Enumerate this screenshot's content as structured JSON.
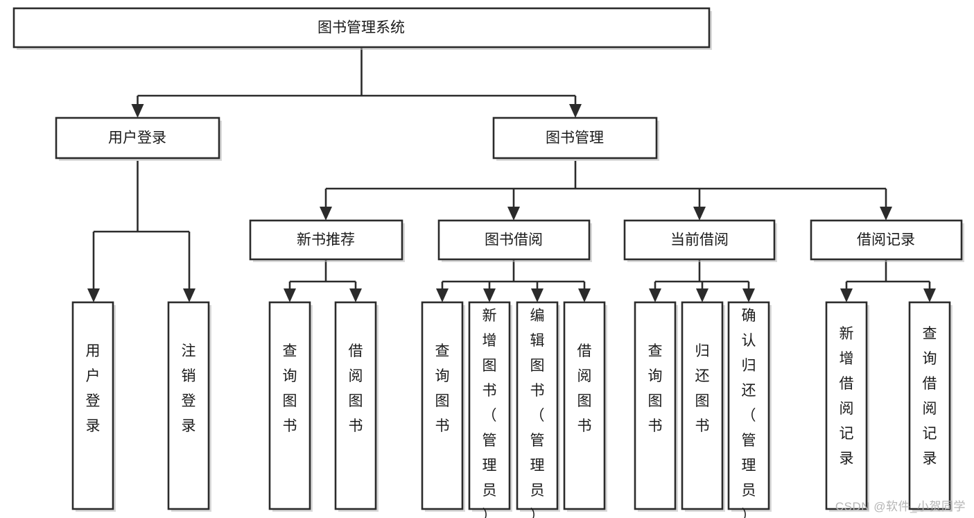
{
  "diagram": {
    "type": "tree",
    "title": "图书管理系统",
    "watermark": "CSDN @软件_小贺同学",
    "colors": {
      "box_stroke": "#2b2b2b",
      "box_fill": "#ffffff",
      "connector": "#2b2b2b",
      "text": "#1a1a1a",
      "watermark": "#b5b5b5",
      "background": "#ffffff"
    },
    "nodes": {
      "root": {
        "label": "图书管理系统"
      },
      "level2": [
        {
          "id": "user-login",
          "label": "用户登录"
        },
        {
          "id": "book-manage",
          "label": "图书管理"
        }
      ],
      "level3": [
        {
          "id": "new-book-recommend",
          "label": "新书推荐",
          "parent": "book-manage"
        },
        {
          "id": "book-borrow",
          "label": "图书借阅",
          "parent": "book-manage"
        },
        {
          "id": "current-borrow",
          "label": "当前借阅",
          "parent": "book-manage"
        },
        {
          "id": "borrow-record",
          "label": "借阅记录",
          "parent": "book-manage"
        }
      ],
      "leaves": [
        {
          "id": "leaf-user-login",
          "label": "用户登录",
          "parent": "user-login"
        },
        {
          "id": "leaf-logout-login",
          "label": "注销登录",
          "parent": "user-login"
        },
        {
          "id": "leaf-query-book-1",
          "label": "查询图书",
          "parent": "new-book-recommend"
        },
        {
          "id": "leaf-borrow-book-1",
          "label": "借阅图书",
          "parent": "new-book-recommend"
        },
        {
          "id": "leaf-query-book-2",
          "label": "查询图书",
          "parent": "book-borrow"
        },
        {
          "id": "leaf-add-book",
          "label": "新增图书（管理员）",
          "parent": "book-borrow"
        },
        {
          "id": "leaf-edit-book",
          "label": "编辑图书（管理员）",
          "parent": "book-borrow"
        },
        {
          "id": "leaf-borrow-book-2",
          "label": "借阅图书",
          "parent": "book-borrow"
        },
        {
          "id": "leaf-query-book-3",
          "label": "查询图书",
          "parent": "current-borrow"
        },
        {
          "id": "leaf-return-book",
          "label": "归还图书",
          "parent": "current-borrow"
        },
        {
          "id": "leaf-confirm-return",
          "label": "确认归还（管理员）",
          "parent": "current-borrow"
        },
        {
          "id": "leaf-add-record",
          "label": "新增借阅记录",
          "parent": "borrow-record"
        },
        {
          "id": "leaf-query-record",
          "label": "查询借阅记录",
          "parent": "borrow-record"
        }
      ]
    }
  }
}
